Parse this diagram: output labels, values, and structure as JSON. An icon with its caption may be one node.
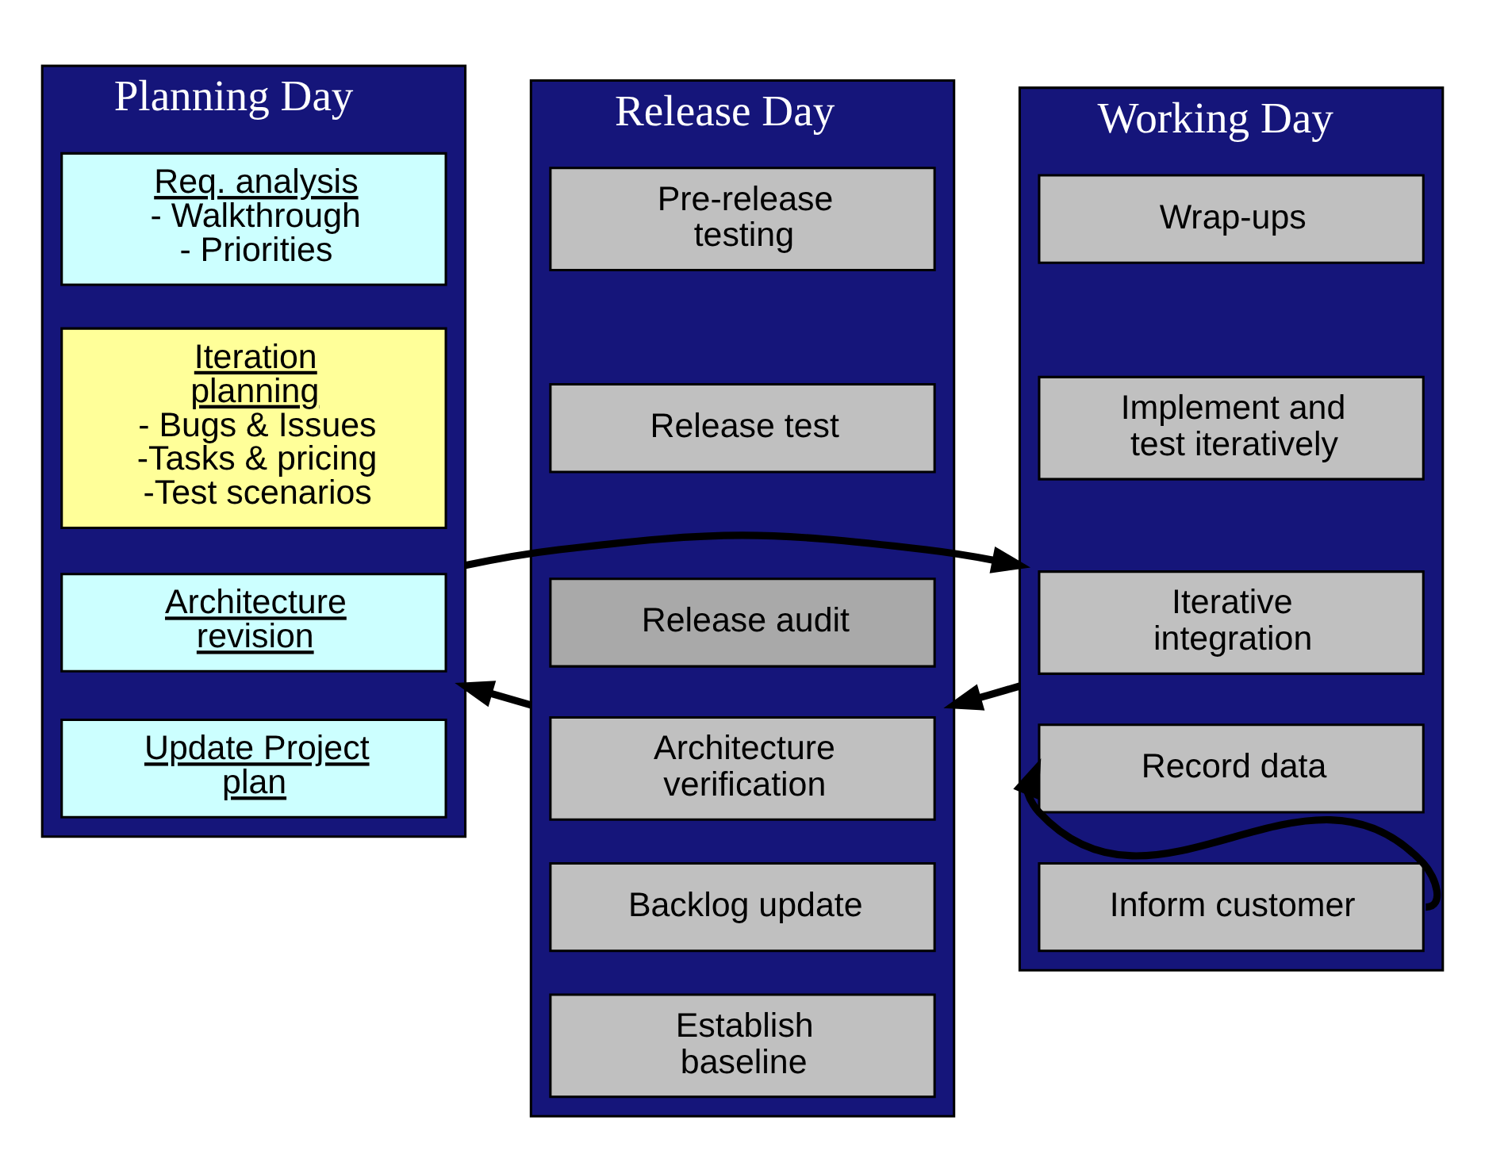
{
  "diagram": {
    "nodes": [
      {
        "text": [
          "Planning Day"
        ]
      },
      {
        "text": [
          "Req. analysis",
          "- Walkthrough",
          "- Priorities"
        ],
        "in": 0
      },
      {
        "text": [
          "Iteration planning",
          "- Bugs & Issues",
          "-Tasks & pricing",
          "-Test scenarios"
        ],
        "in": 0
      },
      {
        "text": [
          "Architecture revision"
        ],
        "in": 0
      },
      {
        "text": [
          "Update Project plan"
        ],
        "in": 0
      },
      {
        "text": [
          "Working Day"
        ]
      },
      {
        "text": [
          "Wrap-ups"
        ],
        "in": 5
      },
      {
        "text": [
          "Implement and test iteratively"
        ],
        "in": 5
      },
      {
        "text": [
          "Iterative integration"
        ],
        "in": 5
      },
      {
        "text": [
          "Record data"
        ],
        "in": 5
      },
      {
        "text": [
          "Inform customer"
        ],
        "in": 5
      },
      {
        "text": [
          "Release Day"
        ]
      },
      {
        "text": [
          "Pre-release testing"
        ],
        "in": 11
      },
      {
        "text": [
          "Release test"
        ],
        "in": 11
      },
      {
        "text": [
          "Release audit"
        ],
        "in": 11
      },
      {
        "text": [
          "Architecture verification"
        ],
        "in": 11
      },
      {
        "text": [
          "Backlog update"
        ],
        "in": 11
      },
      {
        "text": [
          "Establish baseline"
        ],
        "in": 11
      }
    ],
    "edges": [
      {
        "from": 0,
        "to": 5,
        "arrow": "to"
      },
      {
        "from": 5,
        "to": 11,
        "arrow": "to"
      },
      {
        "from": 11,
        "to": 0,
        "arrow": "to"
      },
      {
        "from": 10,
        "to": 9,
        "arrow": "to"
      }
    ]
  }
}
